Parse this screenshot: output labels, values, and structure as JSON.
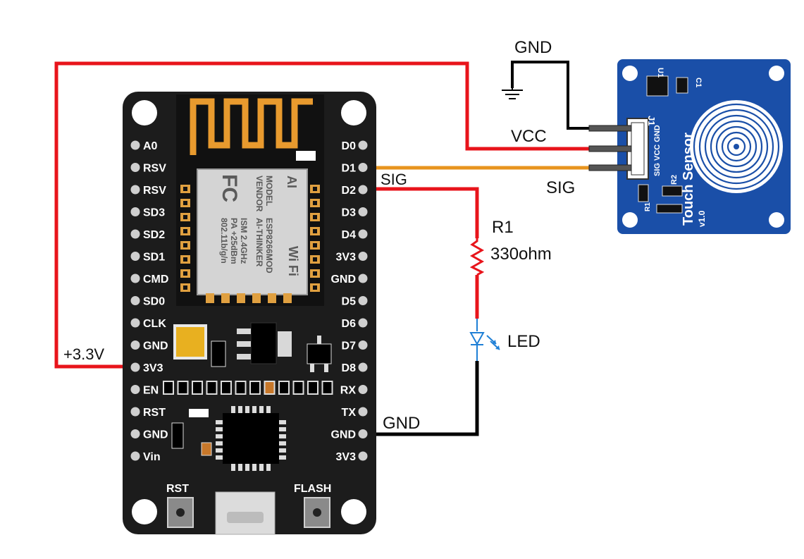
{
  "board": {
    "left_pins": [
      "A0",
      "RSV",
      "RSV",
      "SD3",
      "SD2",
      "SD1",
      "CMD",
      "SD0",
      "CLK",
      "GND",
      "3V3",
      "EN",
      "RST",
      "GND",
      "Vin"
    ],
    "right_pins": [
      "D0",
      "D1",
      "D2",
      "D3",
      "D4",
      "3V3",
      "GND",
      "D5",
      "D6",
      "D7",
      "D8",
      "RX",
      "TX",
      "GND",
      "3V3"
    ],
    "button_rst": "RST",
    "button_flash": "FLASH",
    "module": {
      "model_line": "MODEL",
      "model_value": "ESP8266MOD",
      "vendor_line": "VENDOR",
      "vendor_value": "AI-THINKER",
      "band": "ISM 2.4GHz",
      "power": "PA +25dBm",
      "standard": "802.11b/g/n",
      "fcc": "FC",
      "wifi": "Wi Fi",
      "logo": "AI"
    }
  },
  "wire_labels": {
    "supply": "+3.3V",
    "gnd_top": "GND",
    "vcc": "VCC",
    "sig_sensor": "SIG",
    "sig_board": "SIG",
    "resistor_name": "R1",
    "resistor_value": "330ohm",
    "led": "LED",
    "gnd_bottom": "GND"
  },
  "sensor": {
    "title": "Touch Sensor",
    "version": "v1.0",
    "header_pins": "SIG VCC GND",
    "j1": "J1",
    "r2": "R2",
    "u1": "U1",
    "c1": "C1",
    "r1": "R1"
  },
  "colors": {
    "board": "#1c1c1c",
    "pcb_blue": "#1a4fa8",
    "wire_red": "#e8141b",
    "wire_orange": "#e8941e",
    "wire_black": "#000000",
    "antenna": "#e89a2e",
    "led_blue": "#1e7fd6",
    "pad_gold": "#e0a040"
  }
}
